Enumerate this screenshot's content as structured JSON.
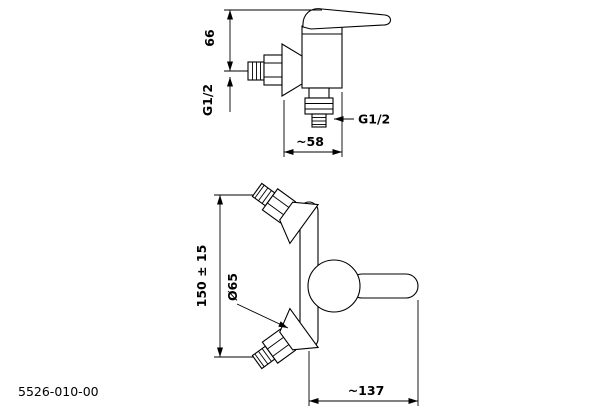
{
  "page": {
    "background": "#ffffff",
    "ink": "#000000"
  },
  "drawing": {
    "part_number": "5526-010-00",
    "side_view": {
      "dim_handle_height": "66",
      "inlet_thread": "G1/2",
      "outlet_thread": "G1/2",
      "dim_depth": "~58"
    },
    "front_view": {
      "dim_inlet_spacing": "150 ± 15",
      "dim_escutcheon_diameter": "Ø65",
      "dim_overall_width": "~137"
    }
  }
}
